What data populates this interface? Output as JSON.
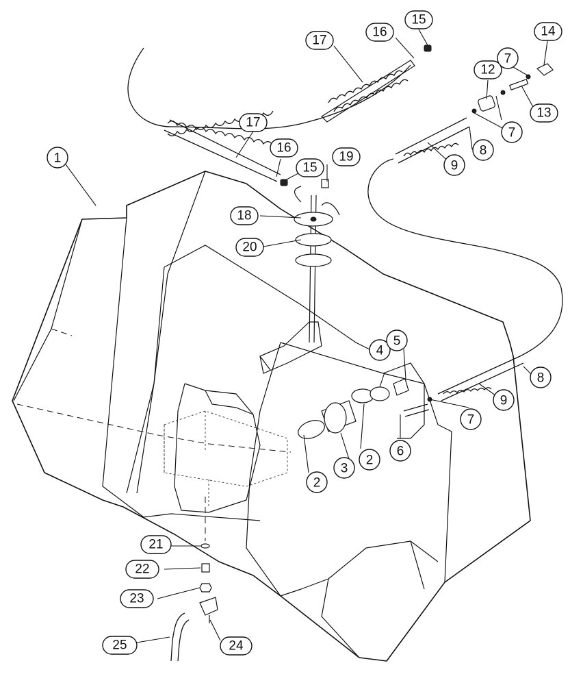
{
  "callouts": {
    "c1": "1",
    "c2a": "2",
    "c2b": "2",
    "c3": "3",
    "c4": "4",
    "c5": "5",
    "c6": "6",
    "c7a": "7",
    "c7b": "7",
    "c7c": "7",
    "c8a": "8",
    "c8b": "8",
    "c9a": "9",
    "c9b": "9",
    "c12": "12",
    "c13": "13",
    "c14": "14",
    "c15a": "15",
    "c15b": "15",
    "c16a": "16",
    "c16b": "16",
    "c17a": "17",
    "c17b": "17",
    "c18": "18",
    "c19": "19",
    "c20": "20",
    "c21": "21",
    "c22": "22",
    "c23": "23",
    "c24": "24",
    "c25": "25"
  }
}
